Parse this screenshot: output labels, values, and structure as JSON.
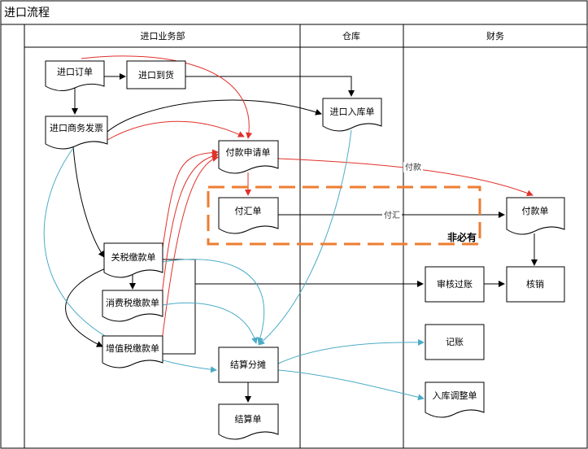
{
  "title": "进口流程",
  "lanes": [
    {
      "id": "business",
      "label": "进口业务部"
    },
    {
      "id": "warehouse",
      "label": "仓库"
    },
    {
      "id": "finance",
      "label": "财务"
    }
  ],
  "nodes": [
    {
      "id": "order",
      "label": "进口订单",
      "shape": "document"
    },
    {
      "id": "arrival",
      "label": "进口到货",
      "shape": "rect"
    },
    {
      "id": "invoice",
      "label": "进口商务发票",
      "shape": "document"
    },
    {
      "id": "inbound",
      "label": "进口入库单",
      "shape": "document"
    },
    {
      "id": "payreq",
      "label": "付款申请单",
      "shape": "document"
    },
    {
      "id": "remit",
      "label": "付汇单",
      "shape": "document"
    },
    {
      "id": "payment",
      "label": "付款单",
      "shape": "document"
    },
    {
      "id": "customs",
      "label": "关税缴款单",
      "shape": "document"
    },
    {
      "id": "consump",
      "label": "消费税缴款单",
      "shape": "document"
    },
    {
      "id": "vat",
      "label": "增值税缴款单",
      "shape": "document"
    },
    {
      "id": "audit",
      "label": "审核过账",
      "shape": "rect"
    },
    {
      "id": "writeoff",
      "label": "核销",
      "shape": "rect"
    },
    {
      "id": "allocate",
      "label": "结算分摊",
      "shape": "rect"
    },
    {
      "id": "booking",
      "label": "记账",
      "shape": "rect"
    },
    {
      "id": "settle",
      "label": "结算单",
      "shape": "document"
    },
    {
      "id": "adjust",
      "label": "入库调整单",
      "shape": "document"
    }
  ],
  "edge_labels": {
    "pay": "付款",
    "remit": "付汇"
  },
  "note": {
    "label": "非必有"
  },
  "colors": {
    "black": "#000000",
    "red": "#e0312b",
    "blue": "#4bacc6",
    "orange": "#ed7d31"
  }
}
